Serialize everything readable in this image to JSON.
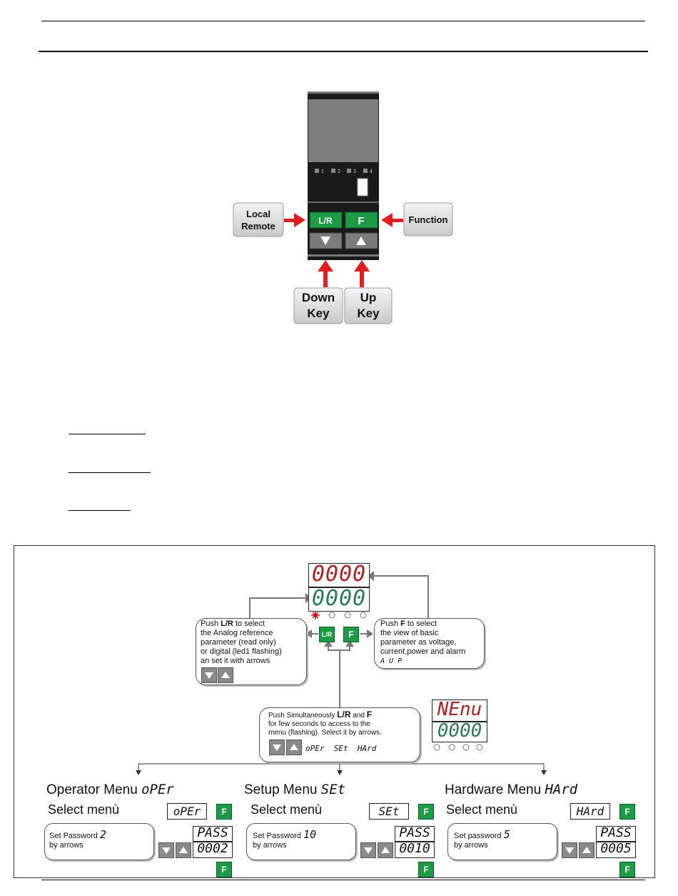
{
  "top_figure": {
    "labels": {
      "local_remote": [
        "Local",
        "Remote"
      ],
      "function": "Function",
      "down_key": [
        "Down",
        "Key"
      ],
      "up_key": [
        "Up",
        "Key"
      ]
    },
    "keys": {
      "lr": "L/R",
      "f": "F"
    },
    "led_labels": [
      "1",
      "2",
      "3",
      "4"
    ]
  },
  "menu_diagram": {
    "display": {
      "top": "0000",
      "bottom": "0000"
    },
    "menu_display": {
      "top": "NEnu",
      "bottom": "0000"
    },
    "keys": {
      "lr": "L/R",
      "f": "F"
    },
    "lr_note": {
      "line1_pre": "Push ",
      "line1_key": "L/R",
      "line1_post": " to select",
      "lines": [
        "the Analog reference",
        "parameter (read only)",
        "or digital (led1 flashing)",
        "an set it with arrows"
      ]
    },
    "f_note": {
      "line1_pre": "Push ",
      "line1_key": "F",
      "line1_post": " to select",
      "lines": [
        "the view of basic",
        "parameter as voltage,",
        "current,power and alarm"
      ],
      "codes": "A  U  P"
    },
    "simul_note": {
      "line1_pre": "Push Simultaneously ",
      "line1_key1": "L/R",
      "line1_mid": " and ",
      "line1_key2": "F",
      "lines": [
        "for few seconds to access to the",
        "menu (flashing). Select it by arrows."
      ],
      "codes": "oPEr  SEt  HArd"
    },
    "menus": [
      {
        "title": "Operator Menu",
        "code": "oPEr",
        "select_label": "Select menù",
        "select_code": "oPEr",
        "password_label": "Set Password",
        "password_value": "2",
        "arrows_label": "by arrows",
        "display_top": "PASS",
        "display_bottom": "0002"
      },
      {
        "title": "Setup Menu",
        "code": "SEt",
        "select_label": "Select menù",
        "select_code": "SEt",
        "password_label": "Set Password",
        "password_value": "10",
        "arrows_label": "by arrows",
        "display_top": "PASS",
        "display_bottom": "0010"
      },
      {
        "title": "Hardware Menu",
        "code": "HArd",
        "select_label": "Select menù",
        "select_code": "HArd",
        "password_label": "Set password",
        "password_value": "5",
        "arrows_label": "by arrows",
        "display_top": "PASS",
        "display_bottom": "0005"
      }
    ],
    "f_key_label": "F",
    "colors": {
      "display_red": "#b01e1e",
      "display_green": "#2a7a55",
      "key_green": "#1e9b45",
      "arrow_red": "#e02020"
    }
  }
}
